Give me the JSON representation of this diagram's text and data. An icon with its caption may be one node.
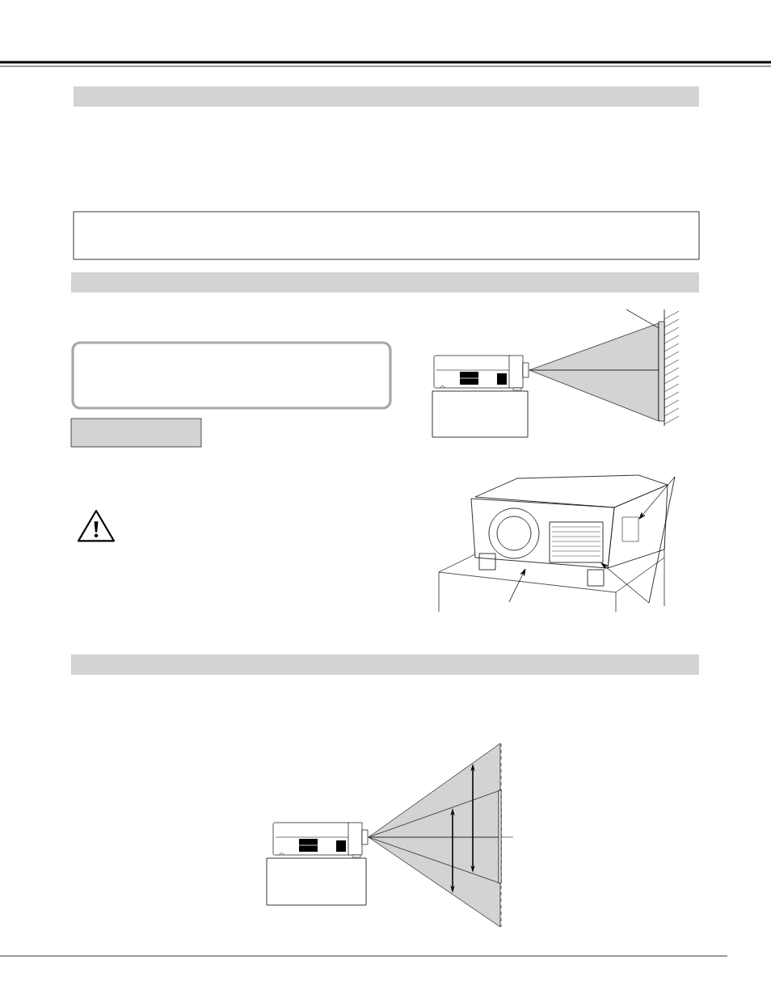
{
  "diagram": {
    "nodes": [
      {
        "text": [],
        "shape": "box"
      },
      {
        "text": [],
        "shape": "box"
      },
      {
        "text": [],
        "shape": "box"
      },
      {
        "text": [],
        "shape": "box"
      },
      {
        "text": [],
        "shape": "box"
      },
      {
        "text": [],
        "shape": "picture"
      },
      {
        "text": [],
        "shape": "box"
      },
      {
        "text": [],
        "shape": "bar"
      },
      {
        "text": [],
        "shape": "picture"
      },
      {
        "text": [],
        "shape": "box"
      },
      {
        "text": [],
        "shape": "picture"
      },
      {
        "text": [],
        "shape": "box"
      },
      {
        "text": [],
        "shape": "bar"
      },
      {
        "text": [],
        "shape": "box",
        "in": 8
      },
      {
        "text": [],
        "shape": "box",
        "in": 8
      },
      {
        "text": [],
        "shape": "box",
        "in": 13
      }
    ],
    "edges": [
      {
        "from": null,
        "to": 7,
        "arrow": "none"
      },
      {
        "from": null,
        "to": 15,
        "arrow": "to"
      },
      {
        "from": null,
        "to": 14,
        "arrow": "to"
      },
      {
        "from": null,
        "to": 13,
        "arrow": "to"
      },
      {
        "from": 5,
        "to": 7,
        "arrow": "none"
      },
      {
        "from": 10,
        "to": 12,
        "arrow": "none"
      }
    ]
  }
}
